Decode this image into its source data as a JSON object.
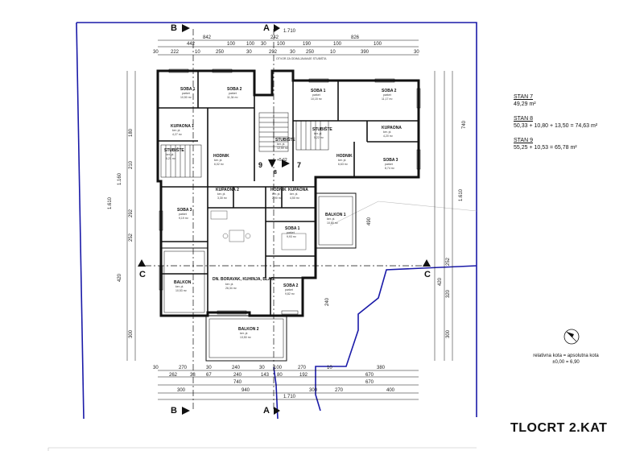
{
  "title": "TLOCRT 2.KAT",
  "legend": [
    {
      "name": "STAN 7",
      "value": "49,29 m²"
    },
    {
      "name": "STAN 8",
      "value": "50,33 + 10,80 + 13,50 = 74,63 m²"
    },
    {
      "name": "STAN 9",
      "value": "55,25 + 10,53 = 65,78 m²"
    }
  ],
  "elevation_note": {
    "line1": "relativna kota = apsolutna kota",
    "line2": "±0,00 = 6,90"
  },
  "sections": {
    "b": "B",
    "a": "A",
    "c": "C"
  },
  "stair_markers": {
    "left": "9",
    "right": "7",
    "lower": "8",
    "level": "+5,62"
  },
  "top_dims": {
    "row1": [
      "842",
      "242",
      "826"
    ],
    "total": "1.710",
    "row2": [
      "442",
      "100",
      "100",
      "30",
      "100",
      "190",
      "100",
      "100"
    ],
    "row3": [
      "30",
      "222",
      "10",
      "250",
      "30",
      "292",
      "30",
      "250",
      "10",
      "390",
      "30"
    ]
  },
  "bottom_dims": {
    "row1": [
      "30",
      "270",
      "30",
      "240",
      "30",
      "100",
      "270",
      "10",
      "380"
    ],
    "row2": [
      "262",
      "38",
      "67",
      "240",
      "143",
      "80",
      "192",
      "670"
    ],
    "row3": [
      "740",
      "670"
    ],
    "row4": [
      "300",
      "940",
      "300",
      "270",
      "400"
    ],
    "total": "1.710"
  },
  "left_dims": [
    "1.160",
    "1.610",
    "420",
    "292",
    "252",
    "210",
    "180",
    "300"
  ],
  "right_dims": [
    "740",
    "1.610",
    "252",
    "420",
    "320",
    "300",
    "490",
    "240"
  ],
  "rooms": [
    {
      "name": "SOBA 1",
      "sub": "parket",
      "area": "10,50 m²"
    },
    {
      "name": "SOBA 2",
      "sub": "parket",
      "area": "11,34 m²"
    },
    {
      "name": "KUPAONA 1",
      "sub": "ker. pl.",
      "area": "4,27 m²"
    },
    {
      "name": "STUBIŠTE",
      "sub": "ker. pl.",
      "area": "6,21 m²"
    },
    {
      "name": "HODNIK",
      "sub": "ker. pl.",
      "area": "6,02 m²"
    },
    {
      "name": "STUBIŠTE",
      "sub": "ker. pl.",
      "area": "12,59 m²"
    },
    {
      "name": "SOBA 1",
      "sub": "parket",
      "area": "10,15 m²"
    },
    {
      "name": "SOBA 2",
      "sub": "parket",
      "area": "11,17 m²"
    },
    {
      "name": "STUBIŠTE",
      "sub": "ker. pl.",
      "area": "5,22 m²"
    },
    {
      "name": "KUPAONA",
      "sub": "ker. pl.",
      "area": "4,20 m²"
    },
    {
      "name": "HODNIK",
      "sub": "ker. pl.",
      "area": "6,63 m²"
    },
    {
      "name": "SOBA 3",
      "sub": "parket",
      "area": "8,74 m²"
    },
    {
      "name": "KUPAONA 2",
      "sub": "ker. pl.",
      "area": "3,30 m²"
    },
    {
      "name": "HODNIK",
      "sub": "ker. pl.",
      "area": "2,90 m²"
    },
    {
      "name": "KUPAONA",
      "sub": "ker. pl.",
      "area": "4,50 m²"
    },
    {
      "name": "SOBA 3",
      "sub": "parket",
      "area": "9,19 m²"
    },
    {
      "name": "BALKON 1",
      "sub": "ker. pl.",
      "area": "10,80 m²"
    },
    {
      "name": "SOBA 1",
      "sub": "parket",
      "area": "9,93 m²"
    },
    {
      "name": "BALKON",
      "sub": "ker. pl.",
      "area": "10,53 m²"
    },
    {
      "name": "DN. BORAVAK, KUHINJA, BLAG.",
      "sub": "ker. pl.",
      "area": "26,34 m²"
    },
    {
      "name": "SOBA 2",
      "sub": "parket",
      "area": "9,82 m²"
    },
    {
      "name": "BALKON 2",
      "sub": "ker. pl.",
      "area": "13,50 m²"
    }
  ],
  "annotation": "OTVOR ZA ODIMLJAVANJE STUBIŠTA"
}
